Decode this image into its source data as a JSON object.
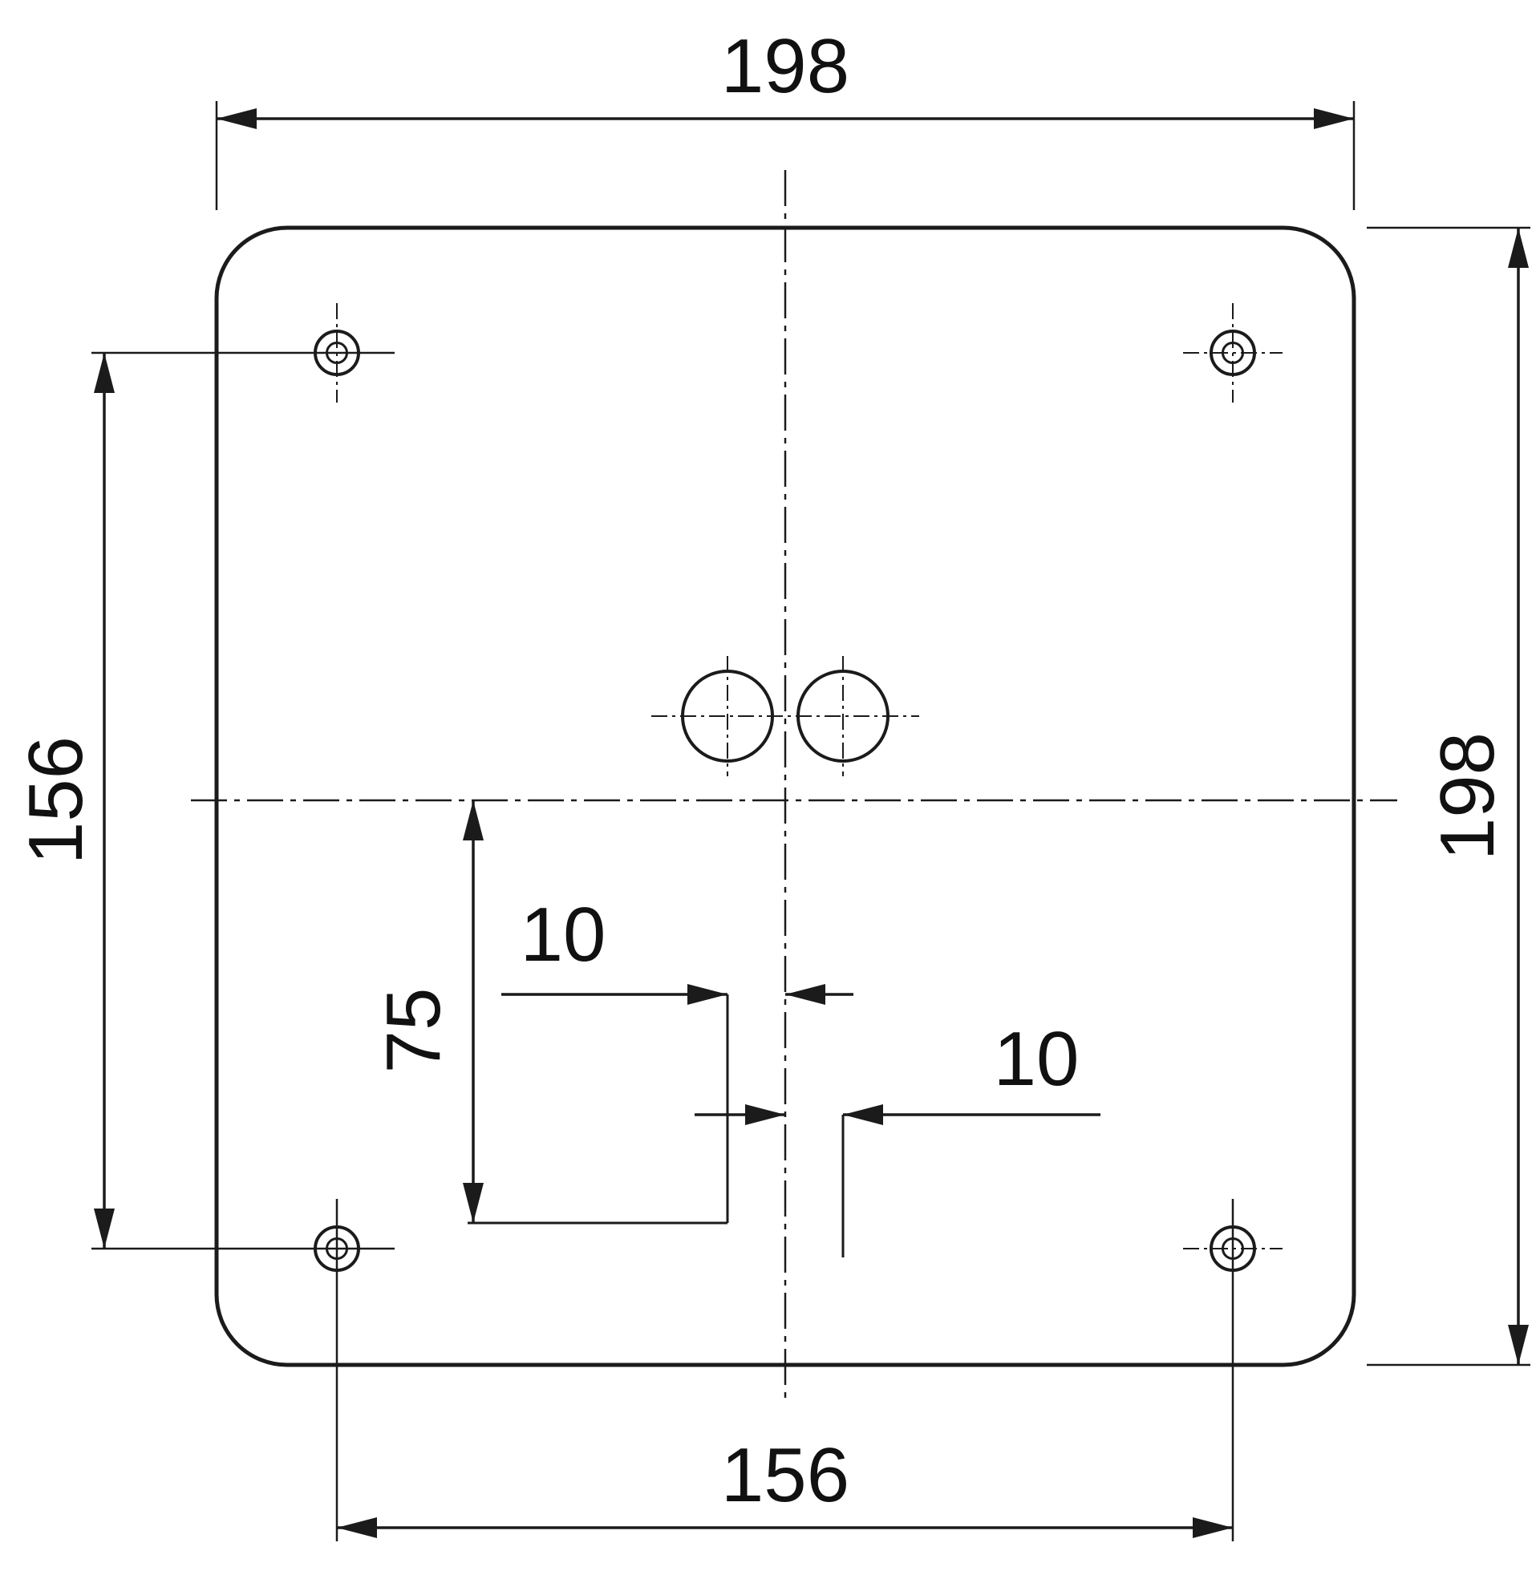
{
  "drawing": {
    "kind": "technical-drawing",
    "subject": "square-plate-with-rounded-corners-mounting-dimensions",
    "units_implied": "mm",
    "colors": {
      "line": "#1b1b1b",
      "background": "#ffffff"
    },
    "dimensions": {
      "overall_width": "198",
      "overall_height": "198",
      "hole_spacing_vertical": "156",
      "hole_spacing_horizontal": "156",
      "offset_vertical": "75",
      "offset_left_of_center": "10",
      "offset_right_of_center": "10"
    }
  }
}
